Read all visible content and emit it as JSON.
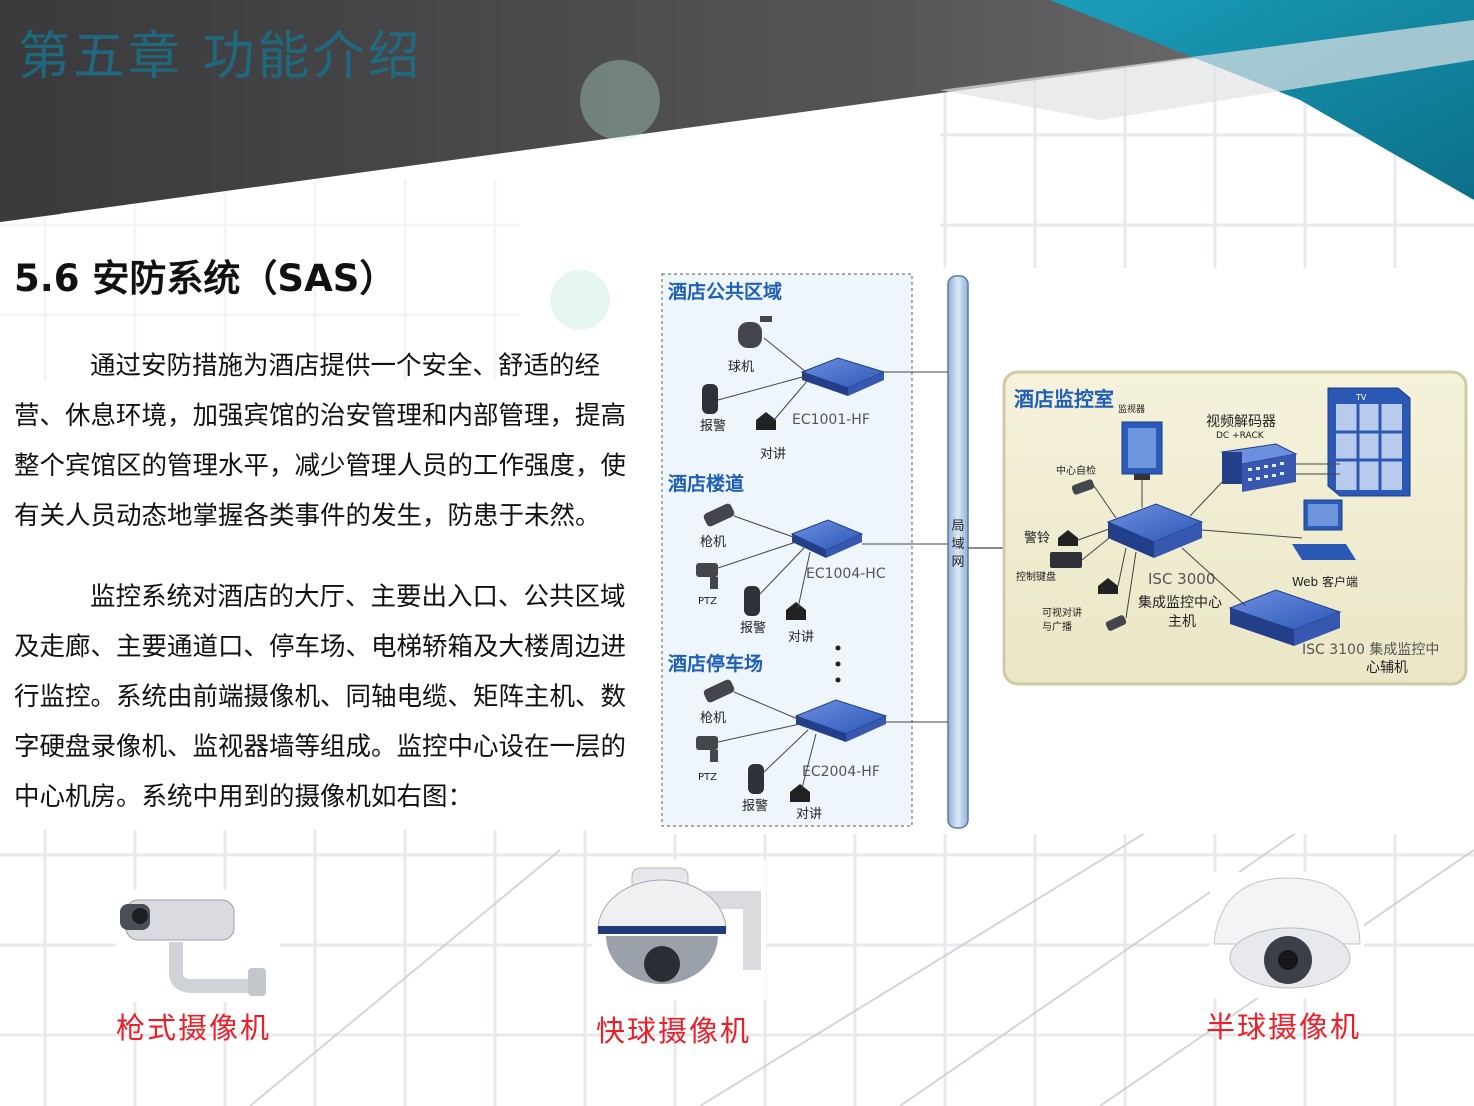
{
  "header": {
    "chapter_title": "第五章  功能介绍"
  },
  "section": {
    "title": "5.6 安防系统（SAS）",
    "paragraph1": "通过安防措施为酒店提供一个安全、舒适的经营、休息环境，加强宾馆的治安管理和内部管理，提高整个宾馆区的管理水平，减少管理人员的工作强度，使有关人员动态地掌握各类事件的发生，防患于未然。",
    "paragraph2": "监控系统对酒店的大厅、主要出入口、公共区域及走廊、主要通道口、停车场、电梯轿箱及大楼周边进行监控。系统由前端摄像机、同轴电缆、矩阵主机、数字硬盘录像机、监视器墙等组成。监控中心设在一层的中心机房。系统中用到的摄像机如右图："
  },
  "diagram": {
    "zones": [
      "酒店公共区域",
      "酒店楼道",
      "酒店停车场"
    ],
    "zone1": {
      "dome": "球机",
      "alarm": "报警",
      "intercom": "对讲",
      "encoder": "EC1001-HF"
    },
    "zone2": {
      "gun": "枪机",
      "ptz": "PTZ",
      "alarm": "报警",
      "intercom": "对讲",
      "encoder": "EC1004-HC"
    },
    "zone3": {
      "gun": "枪机",
      "ptz": "PTZ",
      "alarm": "报警",
      "intercom": "对讲",
      "encoder": "EC2004-HF"
    },
    "lan": "局域网",
    "control_room": {
      "title": "酒店监控室",
      "monitor": "监视器",
      "decoder": "视频解码器",
      "decoder_sub": "DC +RACK",
      "tv": "TV",
      "center_cam": "中心自检",
      "siren": "警铃",
      "keyboard": "控制键盘",
      "talk": "可视对讲",
      "talk2": "与广播",
      "host_line1": "ISC 3000",
      "host_line2": "集成监控中心",
      "host_line3": "主机",
      "web": "Web 客户端",
      "aux_line1": "ISC 3100 集成监控中",
      "aux_line2": "心辅机"
    }
  },
  "cameras": [
    {
      "label": "枪式摄像机"
    },
    {
      "label": "快球摄像机"
    },
    {
      "label": "半球摄像机"
    }
  ],
  "colors": {
    "chapter_title": "#1b6f88",
    "caption_red": "#e8202a",
    "zone_label_blue": "#1f5fb5",
    "device_blue": "#2c58b5"
  }
}
